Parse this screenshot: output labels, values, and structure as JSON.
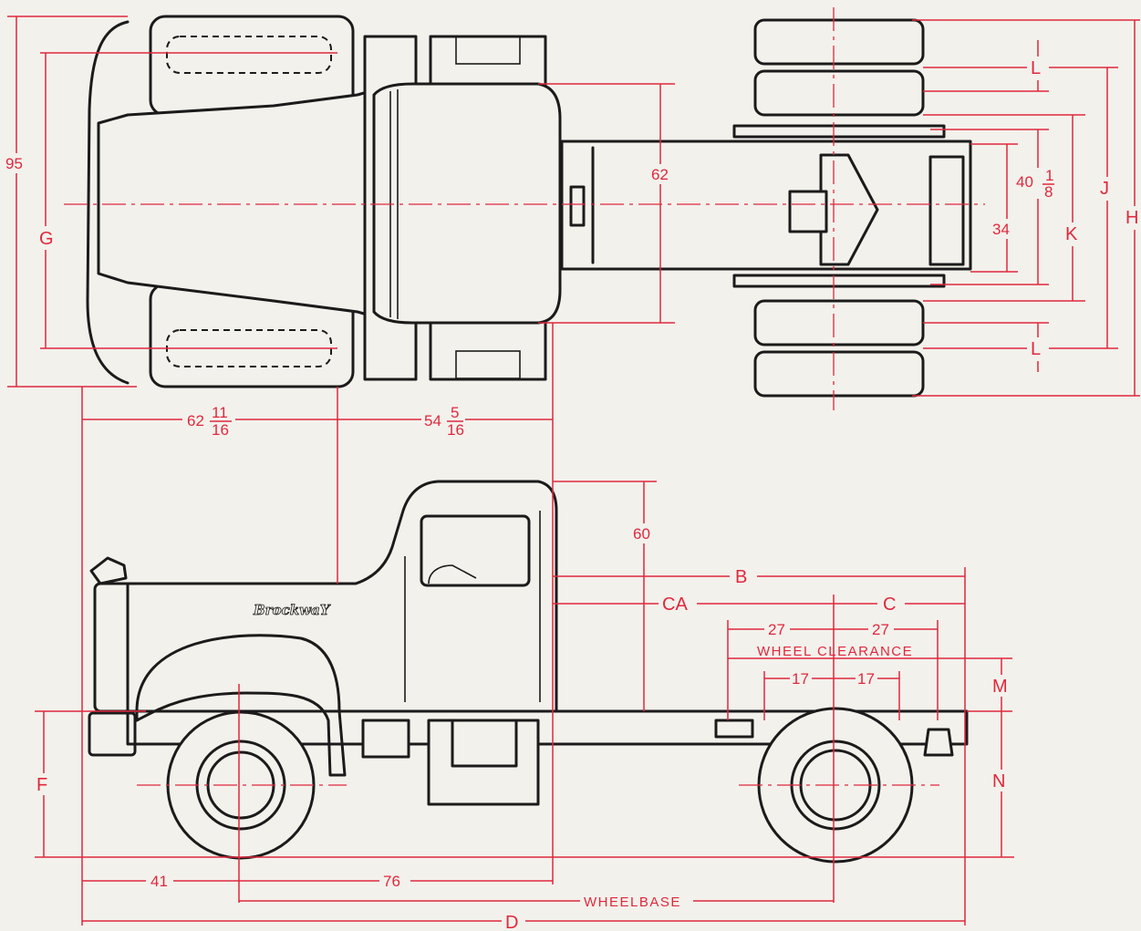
{
  "diagram": {
    "brand_badge": "BrockwaY",
    "dimensions": {
      "overall_width": "95",
      "g": "G",
      "cab_width": "62",
      "track_rear": "40",
      "track_rear_frac_num": "1",
      "track_rear_frac_den": "8",
      "frame_width": "34",
      "j": "J",
      "k": "K",
      "h": "H",
      "l_top": "L",
      "l_bottom": "L",
      "bumper_to_cab_whole": "62",
      "bumper_to_cab_num": "11",
      "bumper_to_cab_den": "16",
      "cab_length_whole": "54",
      "cab_length_num": "5",
      "cab_length_den": "16",
      "cab_height": "60",
      "b": "B",
      "ca": "CA",
      "c": "C",
      "wheel_clearance_front": "27",
      "wheel_clearance_rear": "27",
      "wheel_clearance_label": "WHEEL CLEARANCE",
      "inner_front": "17",
      "inner_rear": "17",
      "m": "M",
      "n": "N",
      "f": "F",
      "front_overhang": "41",
      "axle_to_cab": "76",
      "wheelbase_label": "WHEELBASE",
      "d": "D"
    }
  }
}
